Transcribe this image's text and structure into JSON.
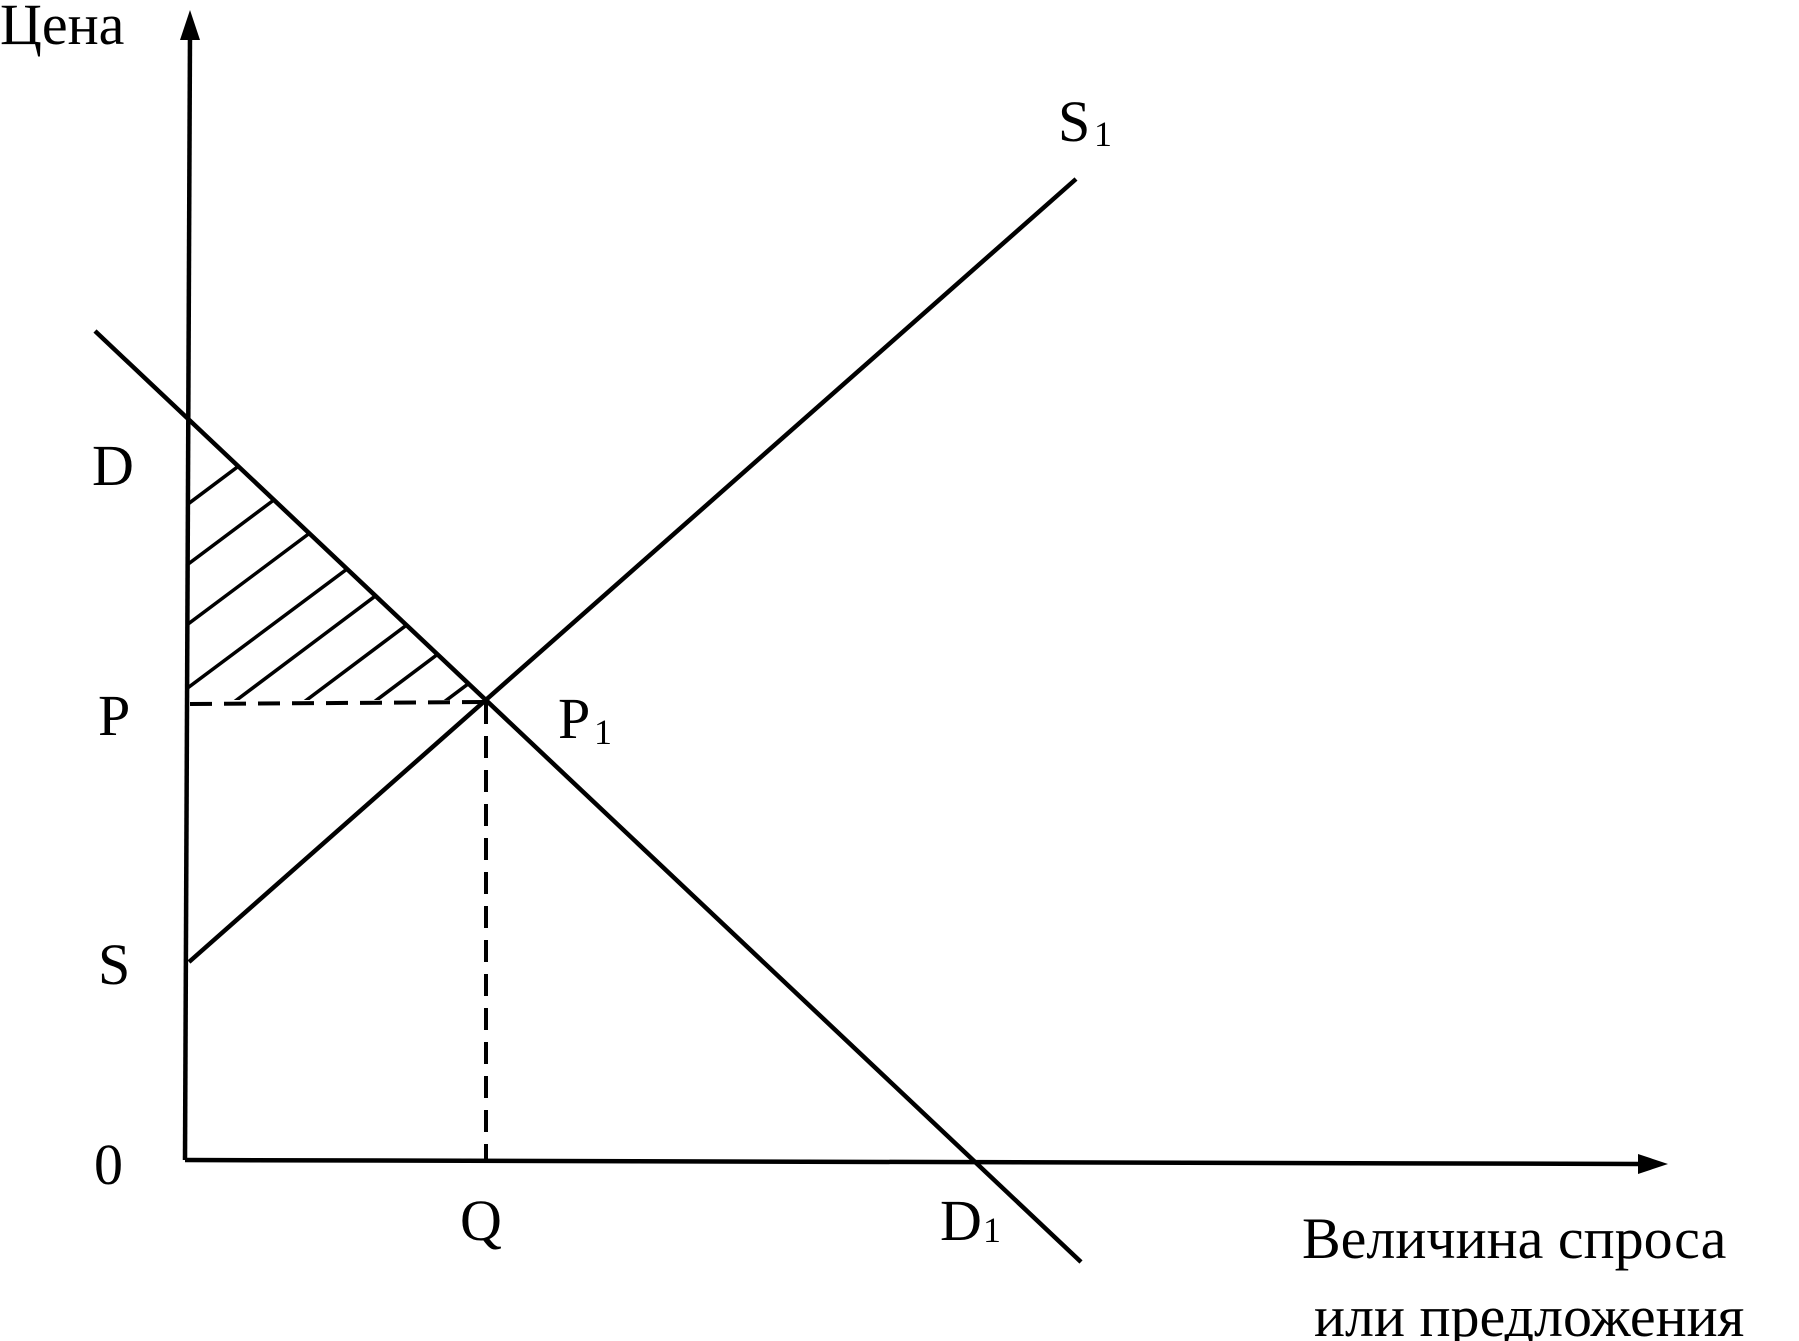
{
  "axes": {
    "y_label": "Цена",
    "x_label_line1": "Величина спроса",
    "x_label_line2": "или предложения",
    "origin_label": "0"
  },
  "y_ticks": {
    "D": "D",
    "P": "P",
    "S": "S"
  },
  "x_ticks": {
    "Q": "Q",
    "D1": "D",
    "D1_sub": "1"
  },
  "curve_labels": {
    "S1": "S",
    "S1_sub": "1",
    "P1": "P",
    "P1_sub": "1"
  },
  "colors": {
    "line": "#000000",
    "background": "#ffffff"
  }
}
